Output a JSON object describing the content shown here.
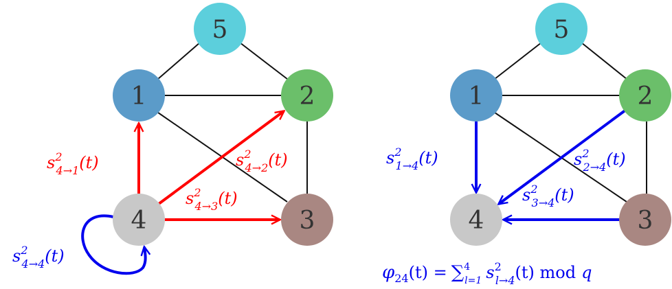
{
  "colors": {
    "node1": "#5b9bc9",
    "node2": "#6bbf6a",
    "node3": "#a98782",
    "node4": "#c8c8c8",
    "node5": "#5ccfdc",
    "edge": "#111111",
    "red": "#ff0000",
    "blue": "#0000ee"
  },
  "left_graph": {
    "nodes": [
      "1",
      "2",
      "3",
      "4",
      "5"
    ],
    "labels": {
      "s41": {
        "s": "s",
        "sup": "2",
        "sub": "4→1",
        "t": "(t)"
      },
      "s42": {
        "s": "s",
        "sup": "2",
        "sub": "4→2",
        "t": "(t)"
      },
      "s43": {
        "s": "s",
        "sup": "2",
        "sub": "4→3",
        "t": "(t)"
      },
      "s44": {
        "s": "s",
        "sup": "2",
        "sub": "4→4",
        "t": "(t)"
      }
    }
  },
  "right_graph": {
    "nodes": [
      "1",
      "2",
      "3",
      "4",
      "5"
    ],
    "labels": {
      "s14": {
        "s": "s",
        "sup": "2",
        "sub": "1→4",
        "t": "(t)"
      },
      "s24": {
        "s": "s",
        "sup": "2",
        "sub": "2→4",
        "t": "(t)"
      },
      "s34": {
        "s": "s",
        "sup": "2",
        "sub": "3→4",
        "t": "(t)"
      }
    },
    "formula": {
      "phi": "φ",
      "phi_sub": "24",
      "lhs_rest": "(t) =",
      "sum": "∑",
      "sum_sup": "4",
      "sum_sub": "l=1",
      "s": "s",
      "s_sup": "2",
      "s_sub": "l→4",
      "rest": "(t) mod",
      "q": "q"
    }
  }
}
